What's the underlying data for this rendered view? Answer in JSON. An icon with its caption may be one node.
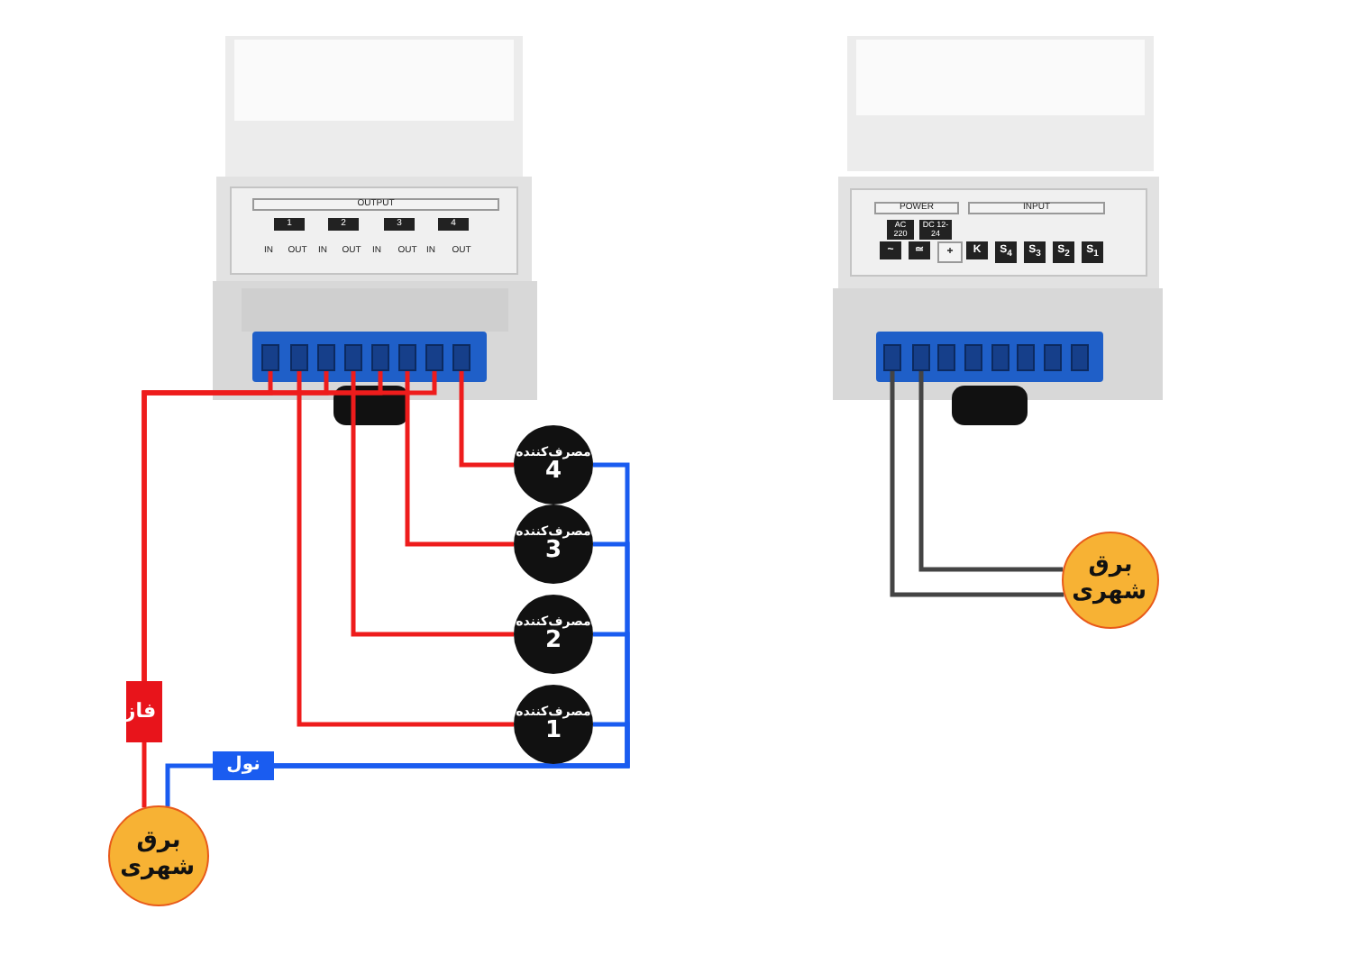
{
  "diagram": {
    "nodes": [
      {
        "text": [],
        "shape": "picture"
      },
      {
        "text": [],
        "shape": "box",
        "in": 0
      },
      {
        "text": [],
        "shape": "box",
        "in": 0
      },
      {
        "text": [],
        "shape": "box",
        "in": 0
      },
      {
        "text": [],
        "shape": "box",
        "in": 0
      },
      {
        "text": [],
        "shape": "box",
        "in": 0
      },
      {
        "text": [],
        "shape": "box",
        "in": 0
      },
      {
        "text": [],
        "shape": "box",
        "in": 0
      },
      {
        "text": [],
        "shape": "box",
        "in": 0
      },
      {
        "text": [],
        "shape": "picture"
      },
      {
        "text": [],
        "shape": "box",
        "in": 9
      },
      {
        "text": [],
        "shape": "box",
        "in": 9
      },
      {
        "text": [],
        "shape": "box",
        "in": 9
      },
      {
        "text": [],
        "shape": "box",
        "in": 9
      },
      {
        "text": [],
        "shape": "box",
        "in": 9
      },
      {
        "text": [],
        "shape": "box",
        "in": 9
      },
      {
        "text": [],
        "shape": "box",
        "in": 9
      },
      {
        "text": [],
        "shape": "box",
        "in": 9
      },
      {
        "text": [
          "مصرف‌کننده",
          "4"
        ]
      },
      {
        "text": [
          "مصرف‌کننده",
          "3"
        ]
      },
      {
        "text": [
          "مصرف‌کننده",
          "2"
        ]
      },
      {
        "text": [
          "مصرف‌کننده",
          "1"
        ]
      },
      {
        "text": [
          "فاز"
        ]
      },
      {
        "text": [
          "نول"
        ]
      },
      {
        "text": [
          "برق شهری"
        ]
      },
      {
        "text": [
          "برق شهری"
        ]
      }
    ],
    "edges": [
      {
        "from": 24,
        "to": 22,
        "arrow": "none"
      },
      {
        "from": 22,
        "to": 1,
        "arrow": "none"
      },
      {
        "from": 22,
        "to": 3,
        "arrow": "none"
      },
      {
        "from": 22,
        "to": 5,
        "arrow": "none"
      },
      {
        "from": 22,
        "to": 7,
        "arrow": "none"
      },
      {
        "from": 2,
        "to": 21,
        "arrow": "none"
      },
      {
        "from": 4,
        "to": 20,
        "arrow": "none"
      },
      {
        "from": 6,
        "to": 19,
        "arrow": "none"
      },
      {
        "from": 8,
        "to": 18,
        "arrow": "none"
      },
      {
        "from": 24,
        "to": 23,
        "arrow": "none",
        "color": "#1a5cf0"
      },
      {
        "from": 23,
        "to": 21,
        "arrow": "none",
        "color": "#1a5cf0"
      },
      {
        "from": 23,
        "to": 20,
        "arrow": "none",
        "color": "#1a5cf0"
      },
      {
        "from": 23,
        "to": 19,
        "arrow": "none",
        "color": "#1a5cf0"
      },
      {
        "from": 23,
        "to": 18,
        "arrow": "none",
        "color": "#1a5cf0"
      },
      {
        "from": 10,
        "to": 25,
        "arrow": "none",
        "color": "#444444"
      },
      {
        "from": 11,
        "to": 25,
        "arrow": "none",
        "color": "#444444"
      }
    ],
    "labels": [
      "OUTPUT",
      "1",
      "2",
      "3",
      "4",
      "IN",
      "OUT",
      "IN",
      "OUT",
      "IN",
      "OUT",
      "IN",
      "OUT",
      "POWER",
      "INPUT",
      "AC 220",
      "DC 12-24",
      "~",
      "≃",
      "+",
      "K",
      "S$_{4}$",
      "S$_{3}$",
      "S$_{2}$",
      "S$_{1}$"
    ]
  }
}
